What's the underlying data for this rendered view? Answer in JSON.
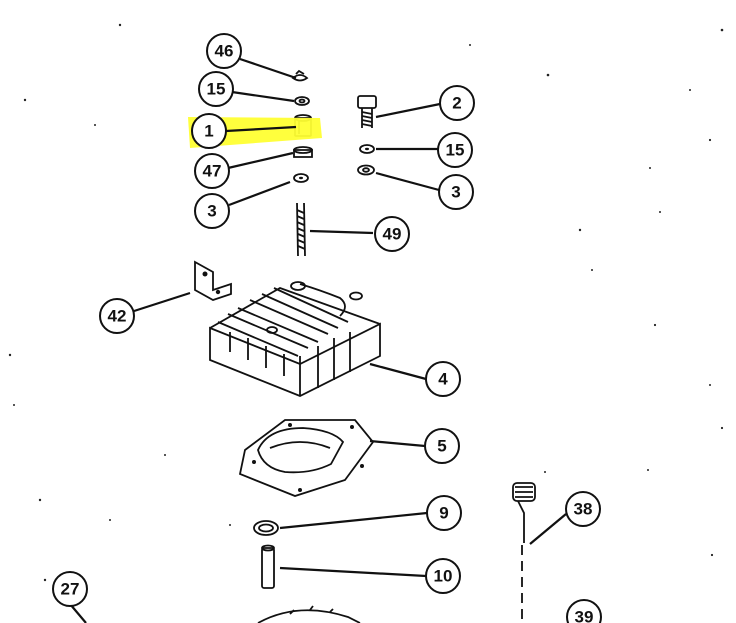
{
  "diagram": {
    "callouts": [
      {
        "id": "46",
        "label": "46"
      },
      {
        "id": "15a",
        "label": "15"
      },
      {
        "id": "1",
        "label": "1",
        "highlighted": true
      },
      {
        "id": "47",
        "label": "47"
      },
      {
        "id": "3a",
        "label": "3"
      },
      {
        "id": "49",
        "label": "49"
      },
      {
        "id": "2",
        "label": "2"
      },
      {
        "id": "15b",
        "label": "15"
      },
      {
        "id": "3b",
        "label": "3"
      },
      {
        "id": "42",
        "label": "42"
      },
      {
        "id": "4",
        "label": "4"
      },
      {
        "id": "5",
        "label": "5"
      },
      {
        "id": "9",
        "label": "9"
      },
      {
        "id": "10",
        "label": "10"
      },
      {
        "id": "38",
        "label": "38"
      },
      {
        "id": "27",
        "label": "27"
      },
      {
        "id": "39",
        "label": "39"
      }
    ],
    "highlight_color": "#ffff33"
  }
}
